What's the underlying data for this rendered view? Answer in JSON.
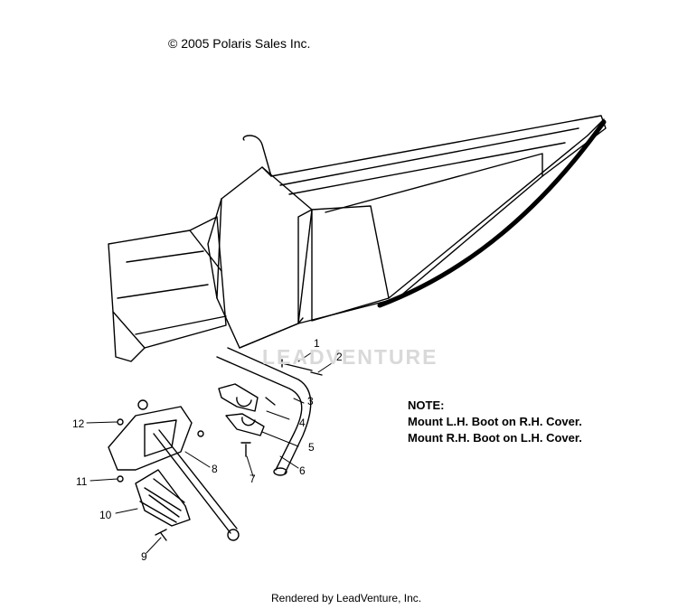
{
  "copyright": "© 2005 Polaris Sales Inc.",
  "footer": "Rendered by LeadVenture, Inc.",
  "watermark": "LEADVENTURE",
  "note": {
    "heading": "NOTE:",
    "line1": "Mount L.H. Boot on R.H. Cover.",
    "line2": "Mount R.H. Boot on L.H. Cover."
  },
  "callouts": [
    "1",
    "2",
    "3",
    "4",
    "5",
    "6",
    "7",
    "8",
    "9",
    "10",
    "11",
    "12"
  ]
}
